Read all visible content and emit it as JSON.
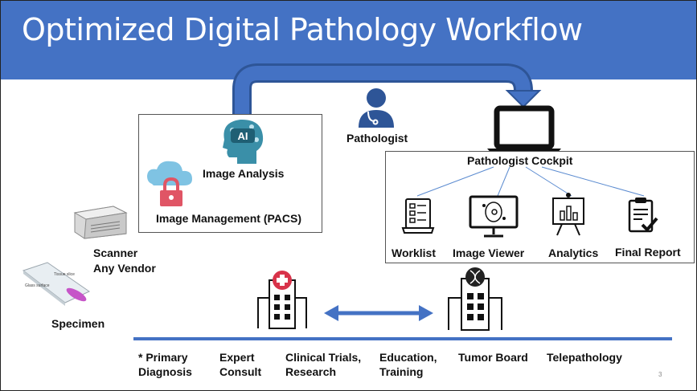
{
  "slide": {
    "title": "Optimized Digital Pathology Workflow",
    "page_number": "3"
  },
  "nodes": {
    "image_analysis": "Image Analysis",
    "ai_badge": "AI",
    "image_management": "Image Management (PACS)",
    "pathologist": "Pathologist",
    "cockpit": "Pathologist Cockpit",
    "scanner": [
      "Scanner",
      "Any Vendor"
    ],
    "specimen": "Specimen",
    "slide_labels": [
      "Glass surface",
      "Tissue slice"
    ]
  },
  "cockpit_tools": [
    "Worklist",
    "Image Viewer",
    "Analytics",
    "Final Report"
  ],
  "uses": [
    [
      "* Primary",
      "Diagnosis"
    ],
    [
      "Expert",
      "Consult"
    ],
    [
      "Clinical Trials,",
      "Research"
    ],
    [
      "Education,",
      "Training"
    ],
    [
      "Tumor Board"
    ],
    [
      "Telepathology"
    ]
  ],
  "colors": {
    "accent": "#4472c4",
    "arrow": "#2e5597",
    "icon_teal": "#3a8fa8",
    "cloud": "#7fc3e3",
    "lock": "#e05565"
  },
  "icons": [
    "ai-brain-icon",
    "cloud-lock-icon",
    "pathologist-icon",
    "laptop-icon",
    "scanner-icon",
    "glass-slide-icon",
    "worklist-icon",
    "image-viewer-icon",
    "analytics-icon",
    "final-report-icon",
    "hospital-icon",
    "hospital-dna-icon",
    "double-arrow-icon"
  ]
}
